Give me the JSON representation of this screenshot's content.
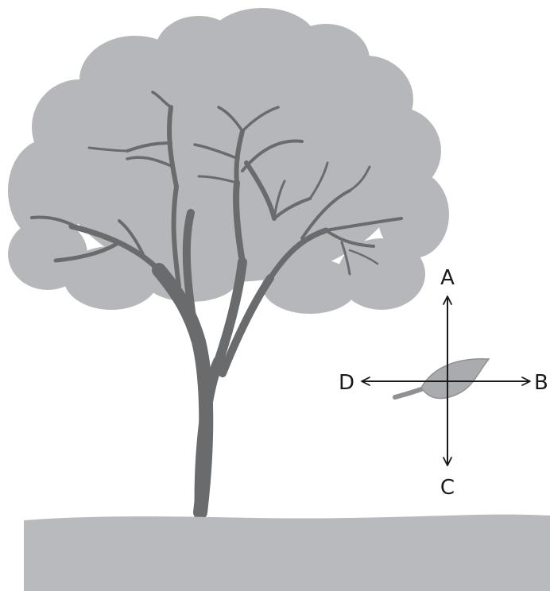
{
  "colors": {
    "canopy": "#b5b7ba",
    "trunk": "#6a6b6d",
    "ground": "#b9babd",
    "leaf": "#a9abae",
    "arrow": "#1a1a1a",
    "background": "#ffffff"
  },
  "directions": {
    "up": "A",
    "right": "B",
    "down": "C",
    "left": "D"
  }
}
